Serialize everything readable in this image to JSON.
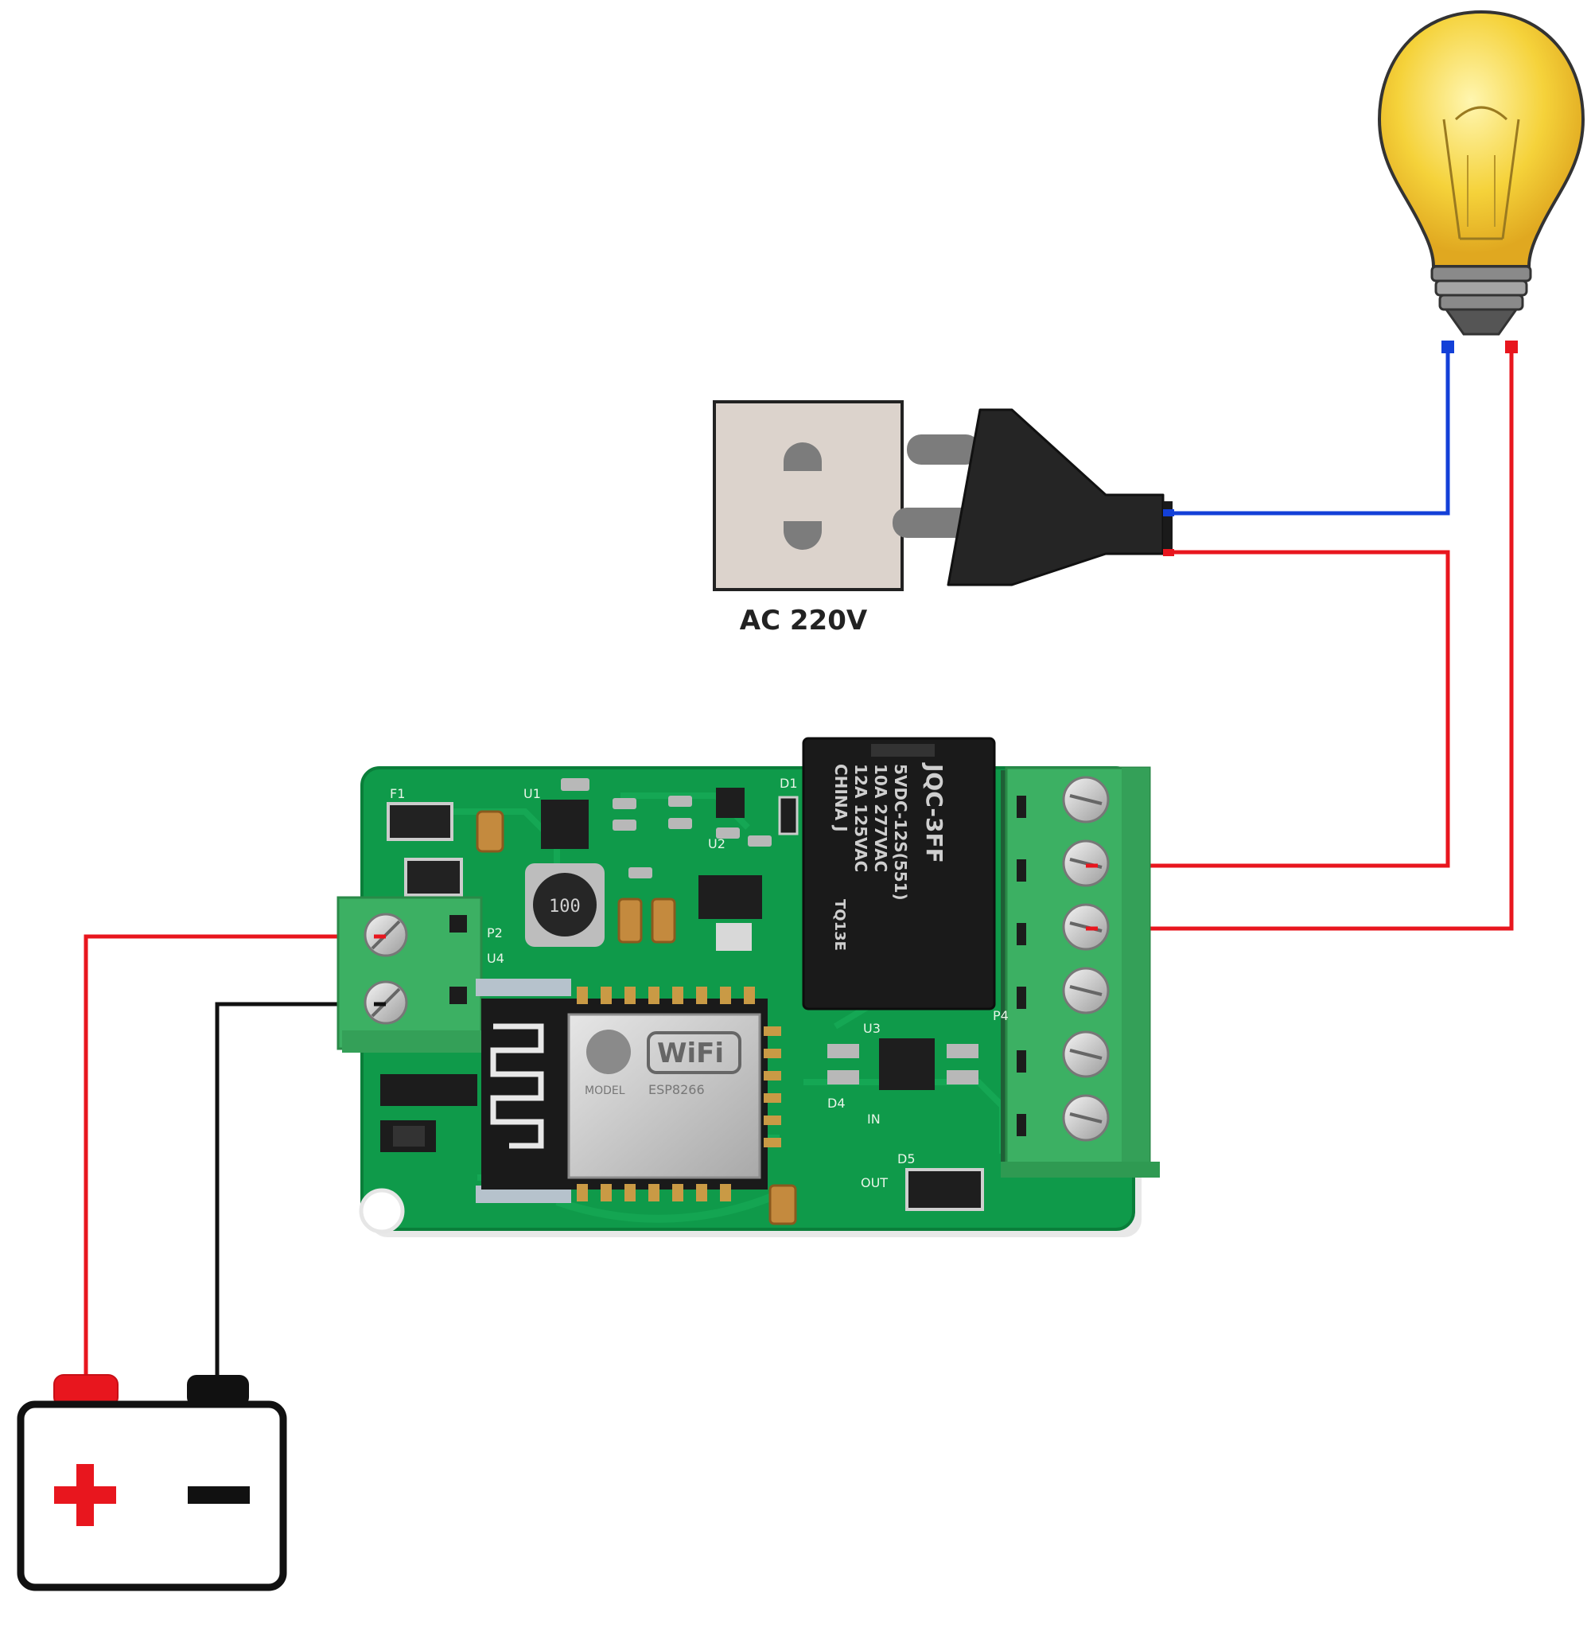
{
  "outlet": {
    "label": "AC 220V"
  },
  "relay": {
    "lines": [
      "5VDC-12S(551)",
      "10A 277VAC",
      "12A 125VAC",
      "CHINA J",
      "TQ13E"
    ],
    "brand": "JQC-3FF"
  },
  "module": {
    "wifi_text": "WiFi",
    "model_text": "MODEL",
    "esp_text": "ESP8266"
  },
  "pcb_labels": {
    "u1": "U1",
    "u2": "U2",
    "u3": "U3",
    "u4": "U4",
    "f1": "F1",
    "p2": "P2",
    "p4": "P4",
    "d1": "D1",
    "d4": "D4",
    "d5": "D5",
    "in": "IN",
    "out": "OUT",
    "inductor": "100"
  },
  "colors": {
    "board": "#0f9a4a",
    "terminal": "#3cb063",
    "live_wire": "#e8161e",
    "neutral_wire": "#1340d8",
    "ground_wire": "#111111",
    "bulb": "#f5d23a"
  }
}
